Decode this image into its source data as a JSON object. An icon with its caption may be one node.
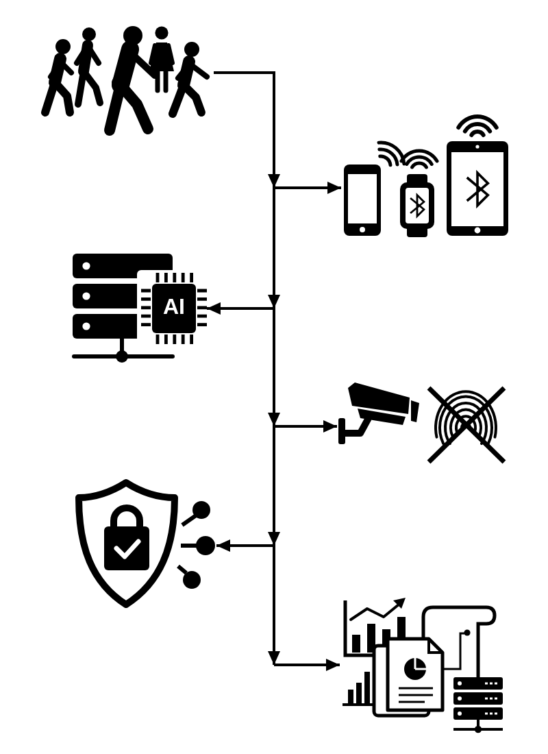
{
  "diagram": {
    "nodes": [
      {
        "text": [],
        "shape": "picture"
      },
      {
        "text": [],
        "shape": "picture"
      },
      {
        "text": [
          "AI"
        ]
      },
      {
        "text": [],
        "shape": "picture"
      },
      {
        "text": [],
        "shape": "picture"
      },
      {
        "text": [],
        "shape": "picture"
      }
    ],
    "edges": [
      {
        "from": 0,
        "to": 1,
        "arrow": "to"
      },
      {
        "from": 0,
        "to": 2,
        "arrow": "to"
      },
      {
        "from": 0,
        "to": 3,
        "arrow": "to"
      },
      {
        "from": 0,
        "to": 4,
        "arrow": "to"
      },
      {
        "from": 0,
        "to": 5,
        "arrow": "to"
      }
    ]
  }
}
